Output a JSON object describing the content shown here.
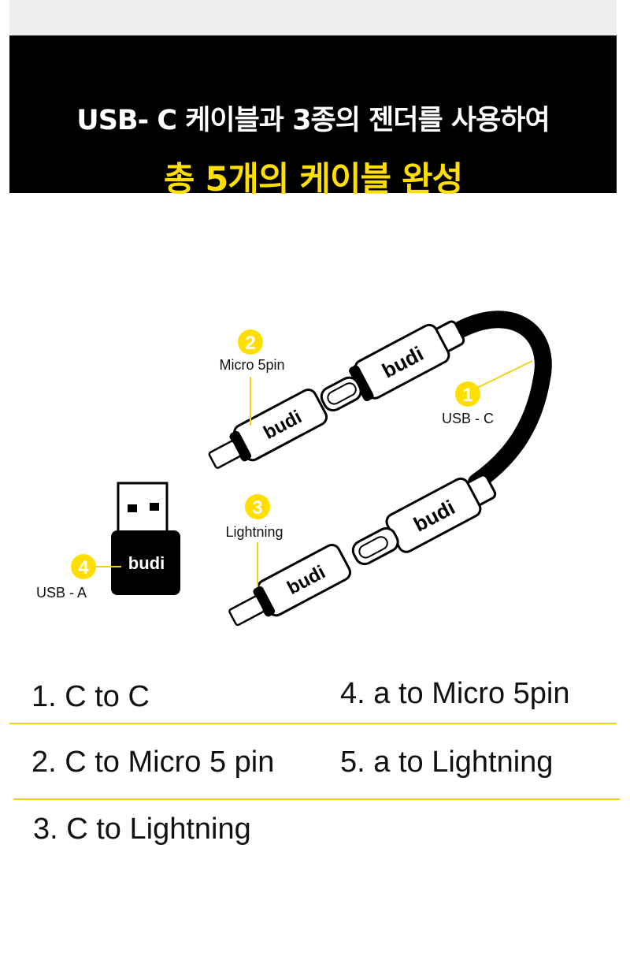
{
  "banner": {
    "line1": "USB- C 케이블과 3종의 젠더를 사용하여",
    "line2": "총 5개의 케이블 완성"
  },
  "illustration": {
    "brand_logo": "budi",
    "callouts": [
      {
        "number": "1",
        "label": "USB - C"
      },
      {
        "number": "2",
        "label": "Micro 5pin"
      },
      {
        "number": "3",
        "label": "Lightning"
      },
      {
        "number": "4",
        "label": "USB - A"
      }
    ]
  },
  "list": [
    "1. C to C",
    "2. C to Micro 5 pin",
    "3. C to Lightning",
    "4. a to Micro 5pin",
    "5. a to Lightning"
  ],
  "colors": {
    "accent": "#ffde00",
    "banner_bg": "#000000",
    "top_band": "#eeeeee",
    "rule": "#f1d21a"
  }
}
